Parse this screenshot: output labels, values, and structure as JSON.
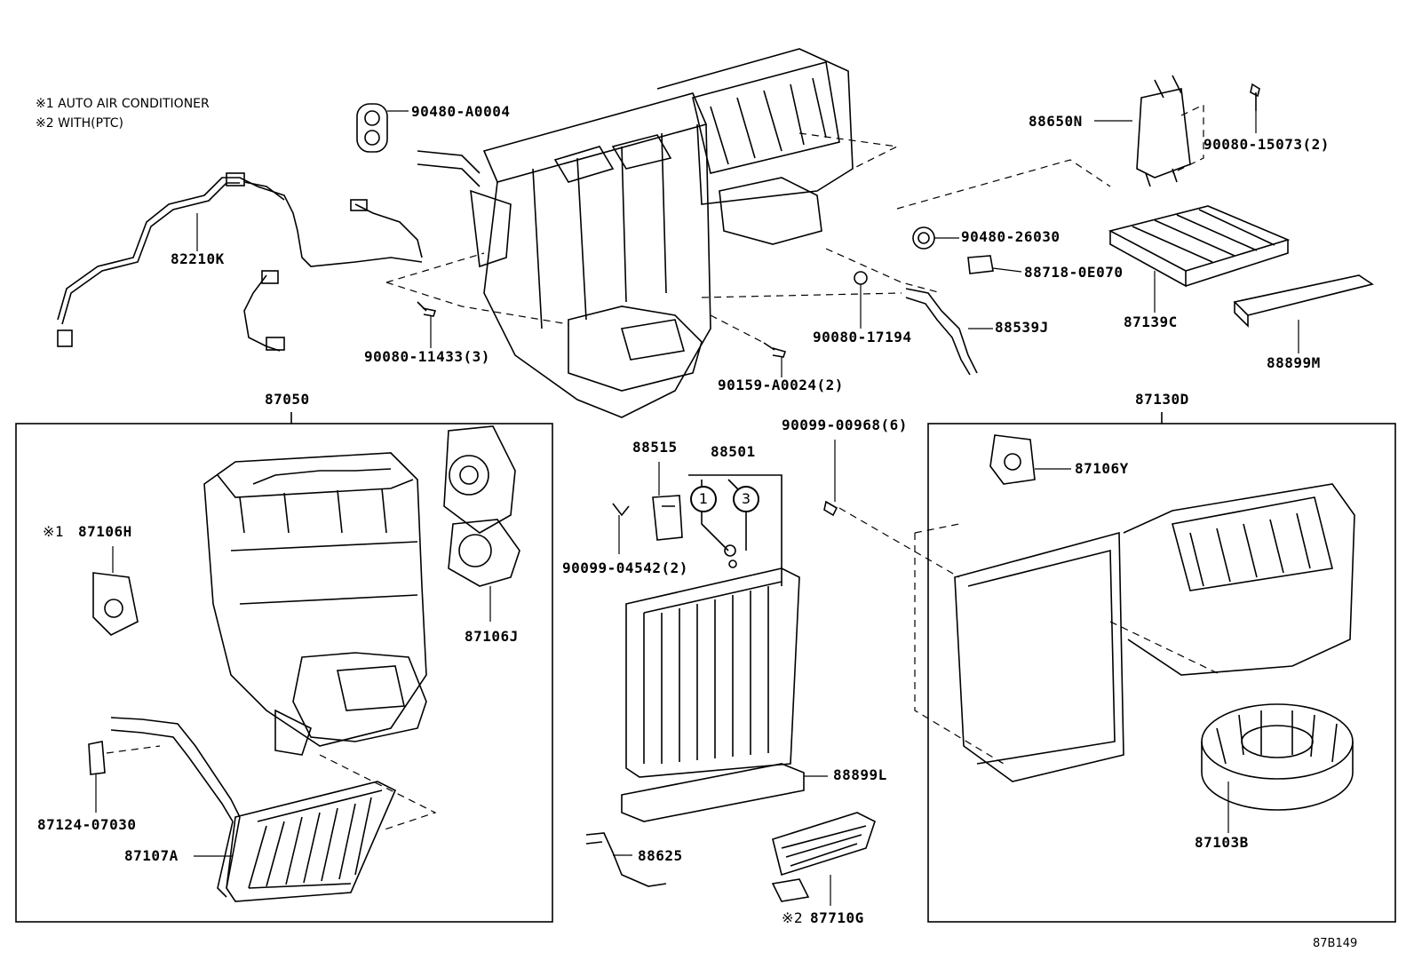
{
  "notes": {
    "note1": "※1 AUTO AIR CONDITIONER",
    "note2": "※2 WITH(PTC)"
  },
  "figure_code": "87B149",
  "labels": {
    "p90480A0004": "90480-A0004",
    "p82210K": "82210K",
    "p9008011433": "90080-11433(3)",
    "p90159A0024": "90159-A0024(2)",
    "p9008017194": "90080-17194",
    "p9048026030": "90480-26030",
    "p887180E070": "88718-0E070",
    "p88539J": "88539J",
    "p88650N": "88650N",
    "p9008015073": "90080-15073(2)",
    "p87139C": "87139C",
    "p88899M": "88899M",
    "p87050": "87050",
    "p87106H_mark": "※1",
    "p87106H": "87106H",
    "p87106J": "87106J",
    "p8712407030": "87124-07030",
    "p87107A": "87107A",
    "p88515": "88515",
    "p88501": "88501",
    "p9009904542": "90099-04542(2)",
    "p9009900968": "90099-00968(6)",
    "p88899L": "88899L",
    "p88625": "88625",
    "p87710G_mark": "※2",
    "p87710G": "87710G",
    "p87130D": "87130D",
    "p87106Y": "87106Y",
    "p87103B": "87103B"
  },
  "callouts": {
    "c1": "1",
    "c3": "3"
  }
}
